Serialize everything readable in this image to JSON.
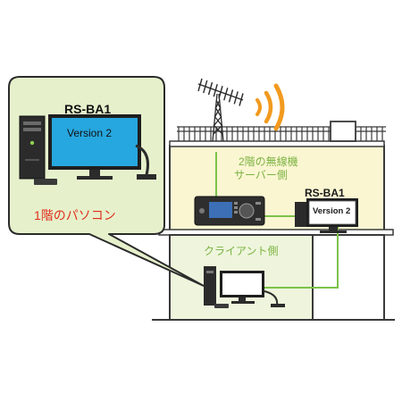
{
  "callout": {
    "product_name": "RS-BA1",
    "screen_text": "Version 2",
    "caption": "1階のパソコン"
  },
  "server": {
    "label_line1": "2階の無線機",
    "label_line2": "サーバー側",
    "product_name": "RS-BA1",
    "screen_text": "Version 2"
  },
  "client": {
    "label": "クライアント側"
  },
  "colors": {
    "callout_fill": "#e6f1cc",
    "callout_stroke": "#2b2b2b",
    "upper_floor": "#fbf6d2",
    "lower_floor": "#eef5dc",
    "link_line": "#7cc24a",
    "caption_red": "#e0301e",
    "screen_blue": "#27a7df",
    "radio_wave": "#f29a1f"
  }
}
